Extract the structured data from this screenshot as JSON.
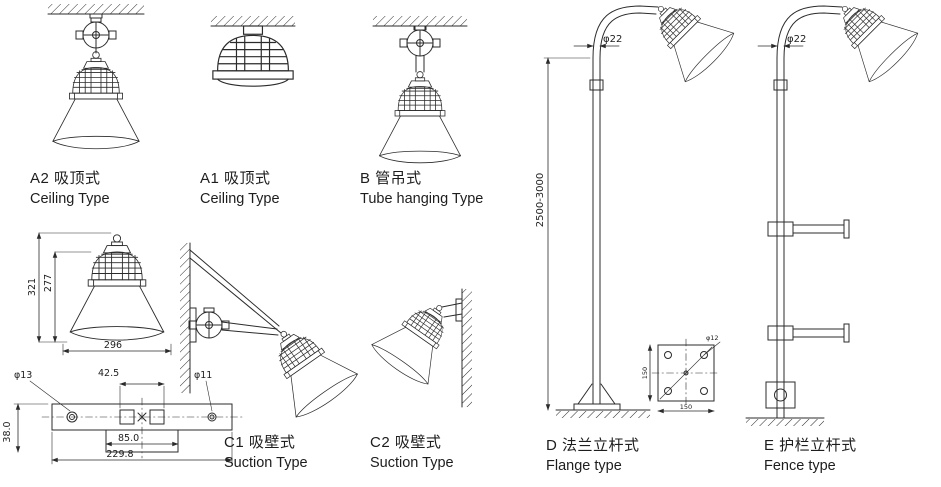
{
  "page": {
    "background": "#ffffff",
    "line_color": "#2b2b2b"
  },
  "figures": {
    "a2": {
      "title": "A2 吸顶式",
      "subtitle": "Ceiling  Type"
    },
    "a1": {
      "title": "A1 吸顶式",
      "subtitle": "Ceiling  Type"
    },
    "b": {
      "title": "B 管吊式",
      "subtitle": "Tube hanging Type"
    },
    "c1": {
      "title": "C1 吸壁式",
      "subtitle": "Suction  Type"
    },
    "c2": {
      "title": "C2 吸壁式",
      "subtitle": "Suction  Type"
    },
    "d": {
      "title": "D 法兰立杆式",
      "subtitle": "Flange type"
    },
    "e": {
      "title": "E 护栏立杆式",
      "subtitle": "Fence type"
    }
  },
  "dimensions": {
    "lamp_total_height": "321",
    "lamp_body_height": "277",
    "lamp_width": "296",
    "plate_left_hole": "φ13",
    "plate_slot": "42.5",
    "plate_right_hole": "φ11",
    "plate_center_span": "85.0",
    "plate_width": "229.8",
    "plate_thickness": "38.0",
    "pole_d_tube": "φ22",
    "pole_e_tube": "φ22",
    "pole_height_range": "2500-3000",
    "flange_detail_width": "150",
    "flange_detail_side": "150",
    "flange_detail_holes": "φ12"
  }
}
